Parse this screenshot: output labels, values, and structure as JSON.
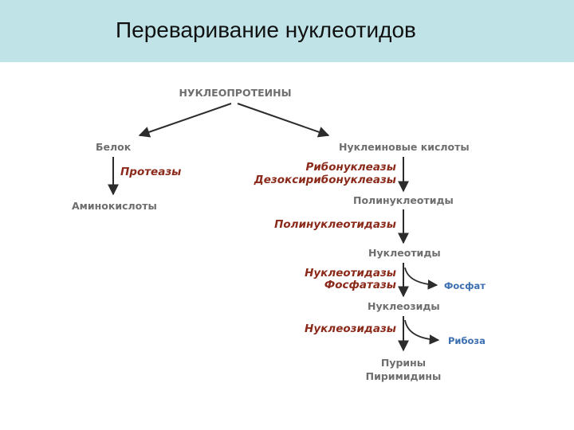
{
  "slide": {
    "title": "Переваривание нуклеотидов"
  },
  "diagram": {
    "root": "НУКЛЕОПРОТЕИНЫ",
    "protein": "Белок",
    "protease": "Протеазы",
    "amino_acids": "Аминокислоты",
    "nucleic_acids": "Нуклеиновые кислоты",
    "ribonucleases": "Рибонуклеазы",
    "deoxyribonucleases": "Дезоксирибонуклеазы",
    "polynucleotides": "Полинуклеотиды",
    "polynucleotidases": "Полинуклеотидазы",
    "nucleotides": "Нуклеотиды",
    "nucleotidases": "Нуклеотидазы",
    "phosphatases": "Фосфатазы",
    "phosphate": "Фосфат",
    "nucleosides": "Нуклеозиды",
    "nucleosidases": "Нуклеозидазы",
    "ribose": "Рибоза",
    "purines": "Пурины",
    "pyrimidines": "Пиримидины"
  },
  "colors": {
    "header": "#bfe3e6",
    "node_text": "#6e6e6e",
    "enzyme_text": "#8b2a1a",
    "side_text": "#3b6fb0"
  }
}
